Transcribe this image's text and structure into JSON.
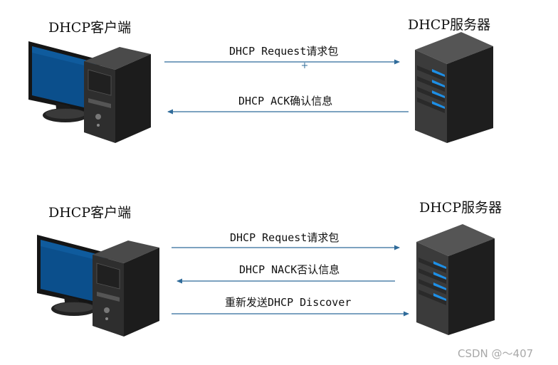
{
  "scenarios": [
    {
      "client_label": "DHCP客户端",
      "server_label": "DHCP服务器",
      "messages": [
        {
          "text": "DHCP Request请求包",
          "direction": "client-to-server"
        },
        {
          "text": "DHCP ACK确认信息",
          "direction": "server-to-client"
        }
      ]
    },
    {
      "client_label": "DHCP客户端",
      "server_label": "DHCP服务器",
      "messages": [
        {
          "text": "DHCP Request请求包",
          "direction": "client-to-server"
        },
        {
          "text": "DHCP NACK否认信息",
          "direction": "server-to-client"
        },
        {
          "text": "重新发送DHCP Discover",
          "direction": "client-to-server"
        }
      ]
    }
  ],
  "watermark": "CSDN @～407",
  "colors": {
    "arrow": "#2f6b9a",
    "screen": "#0b4f8c",
    "led": "#1e8fe6",
    "case": "#2a2a2a"
  }
}
